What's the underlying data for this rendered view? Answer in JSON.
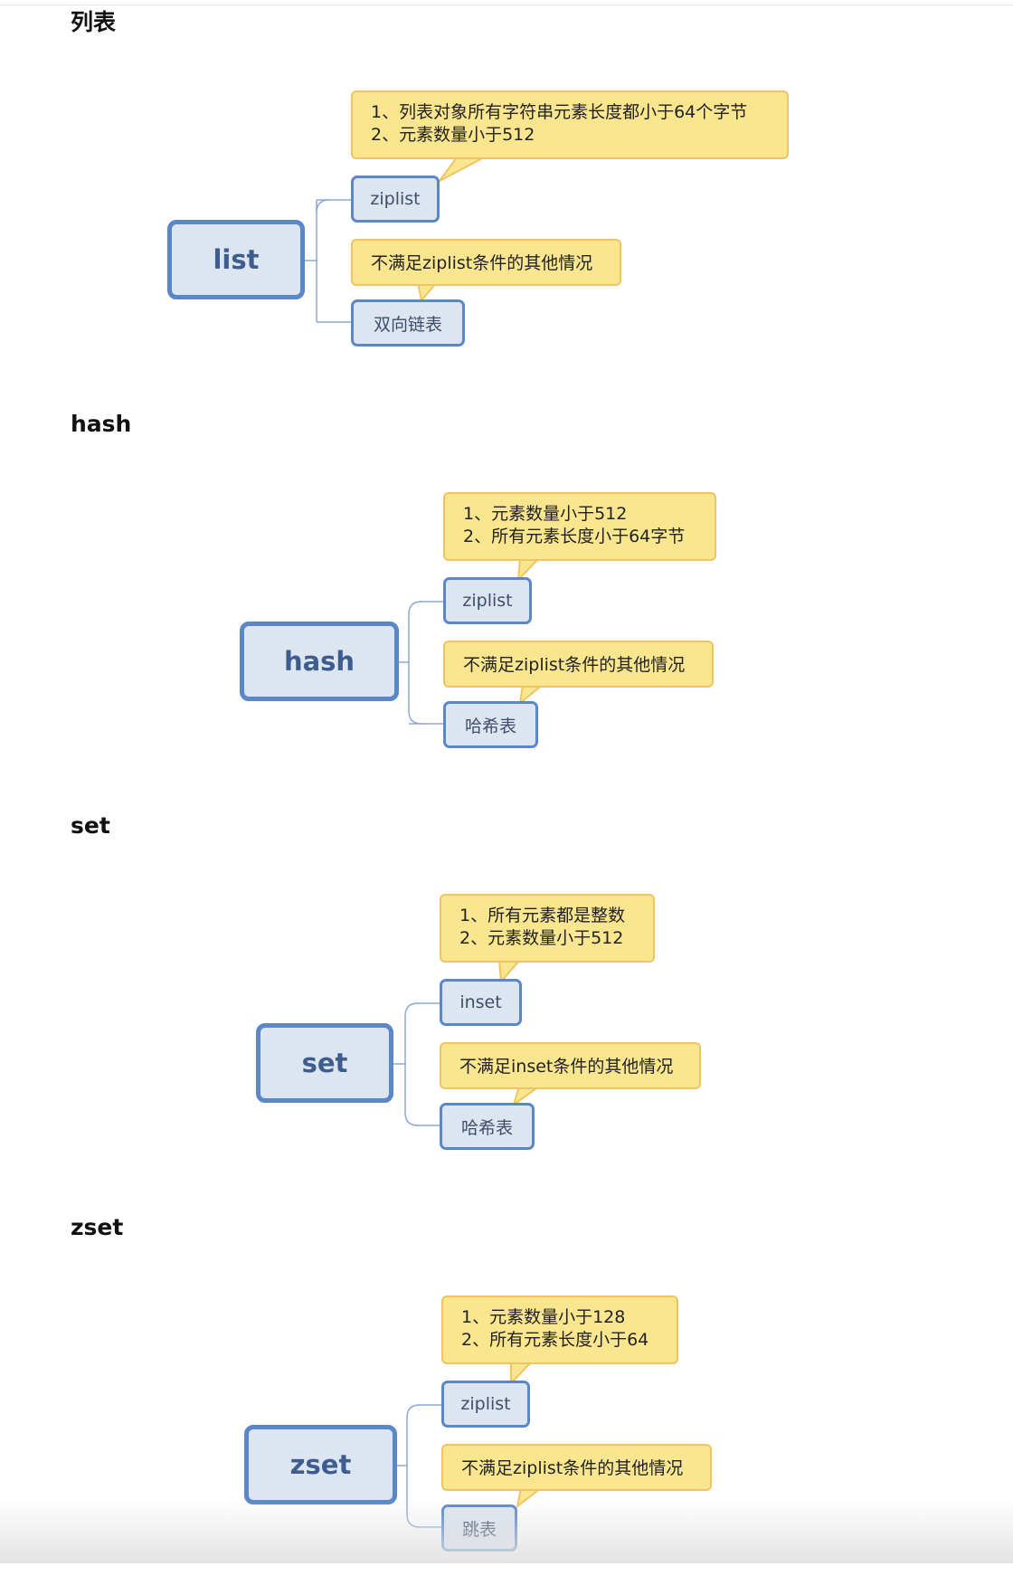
{
  "sections": [
    {
      "heading": "列表",
      "root": "list",
      "branches": [
        {
          "node": "ziplist",
          "note_lines": [
            "1、列表对象所有字符串元素长度都小于64个字节",
            "2、元素数量小于512"
          ]
        },
        {
          "node": "双向链表",
          "note_lines": [
            "不满足ziplist条件的其他情况"
          ]
        }
      ]
    },
    {
      "heading": "hash",
      "root": "hash",
      "branches": [
        {
          "node": "ziplist",
          "note_lines": [
            "1、元素数量小于512",
            "2、所有元素长度小于64字节"
          ]
        },
        {
          "node": "哈希表",
          "note_lines": [
            "不满足ziplist条件的其他情况"
          ]
        }
      ]
    },
    {
      "heading": "set",
      "root": "set",
      "branches": [
        {
          "node": "inset",
          "note_lines": [
            "1、所有元素都是整数",
            "2、元素数量小于512"
          ]
        },
        {
          "node": "哈希表",
          "note_lines": [
            "不满足inset条件的其他情况"
          ]
        }
      ]
    },
    {
      "heading": "zset",
      "root": "zset",
      "branches": [
        {
          "node": "ziplist",
          "note_lines": [
            "1、元素数量小于128",
            "2、所有元素长度小于64"
          ]
        },
        {
          "node": "跳表",
          "note_lines": [
            "不满足ziplist条件的其他情况"
          ]
        }
      ]
    }
  ],
  "colors": {
    "node_border": "#5b87c9",
    "node_fill": "#dde5f1",
    "note_border": "#efc463",
    "note_fill": "#fbe690",
    "connector": "#8fa9d3"
  }
}
